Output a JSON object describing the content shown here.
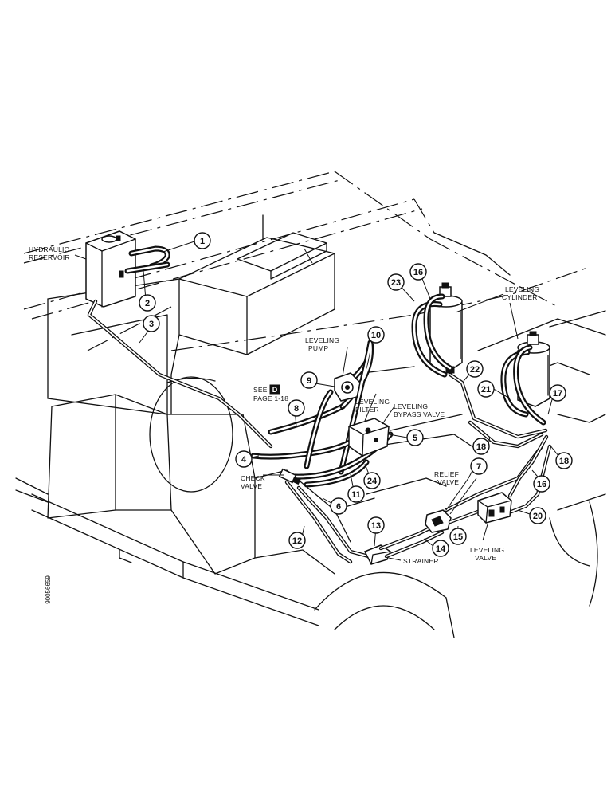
{
  "figure_id": "90056659",
  "labels": {
    "hydraulic_reservoir": [
      "HYDRAULIC",
      "RESERVOIR"
    ],
    "leveling_pump": [
      "LEVELING",
      "PUMP"
    ],
    "leveling_filter": [
      "LEVELING",
      "FILTER"
    ],
    "leveling_bypass_valve": [
      "LEVELING",
      "BYPASS VALVE"
    ],
    "check_valve": [
      "CHECK",
      "VALVE"
    ],
    "relief_valve": [
      "RELIEF",
      "VALVE"
    ],
    "strainer": "STRAINER",
    "leveling_valve": [
      "LEVELING",
      "VALVE"
    ],
    "leveling_cylinder": [
      "LEVELING",
      "CYLINDER"
    ]
  },
  "see_reference": {
    "see": "SEE",
    "box_letter": "D",
    "page": "PAGE 1-18"
  },
  "callouts": [
    {
      "id": "c1",
      "text": "1"
    },
    {
      "id": "c2",
      "text": "2"
    },
    {
      "id": "c3",
      "text": "3"
    },
    {
      "id": "c4",
      "text": "4"
    },
    {
      "id": "c5",
      "text": "5"
    },
    {
      "id": "c6",
      "text": "6"
    },
    {
      "id": "c7",
      "text": "7"
    },
    {
      "id": "c8",
      "text": "8"
    },
    {
      "id": "c9",
      "text": "9"
    },
    {
      "id": "c10",
      "text": "10"
    },
    {
      "id": "c11",
      "text": "11"
    },
    {
      "id": "c12",
      "text": "12"
    },
    {
      "id": "c13",
      "text": "13"
    },
    {
      "id": "c14",
      "text": "14"
    },
    {
      "id": "c15",
      "text": "15"
    },
    {
      "id": "c16a",
      "text": "16"
    },
    {
      "id": "c16b",
      "text": "16"
    },
    {
      "id": "c17",
      "text": "17"
    },
    {
      "id": "c18a",
      "text": "18"
    },
    {
      "id": "c18b",
      "text": "18"
    },
    {
      "id": "c20",
      "text": "20"
    },
    {
      "id": "c21",
      "text": "21"
    },
    {
      "id": "c22",
      "text": "22"
    },
    {
      "id": "c23",
      "text": "23"
    },
    {
      "id": "c24",
      "text": "24"
    }
  ]
}
